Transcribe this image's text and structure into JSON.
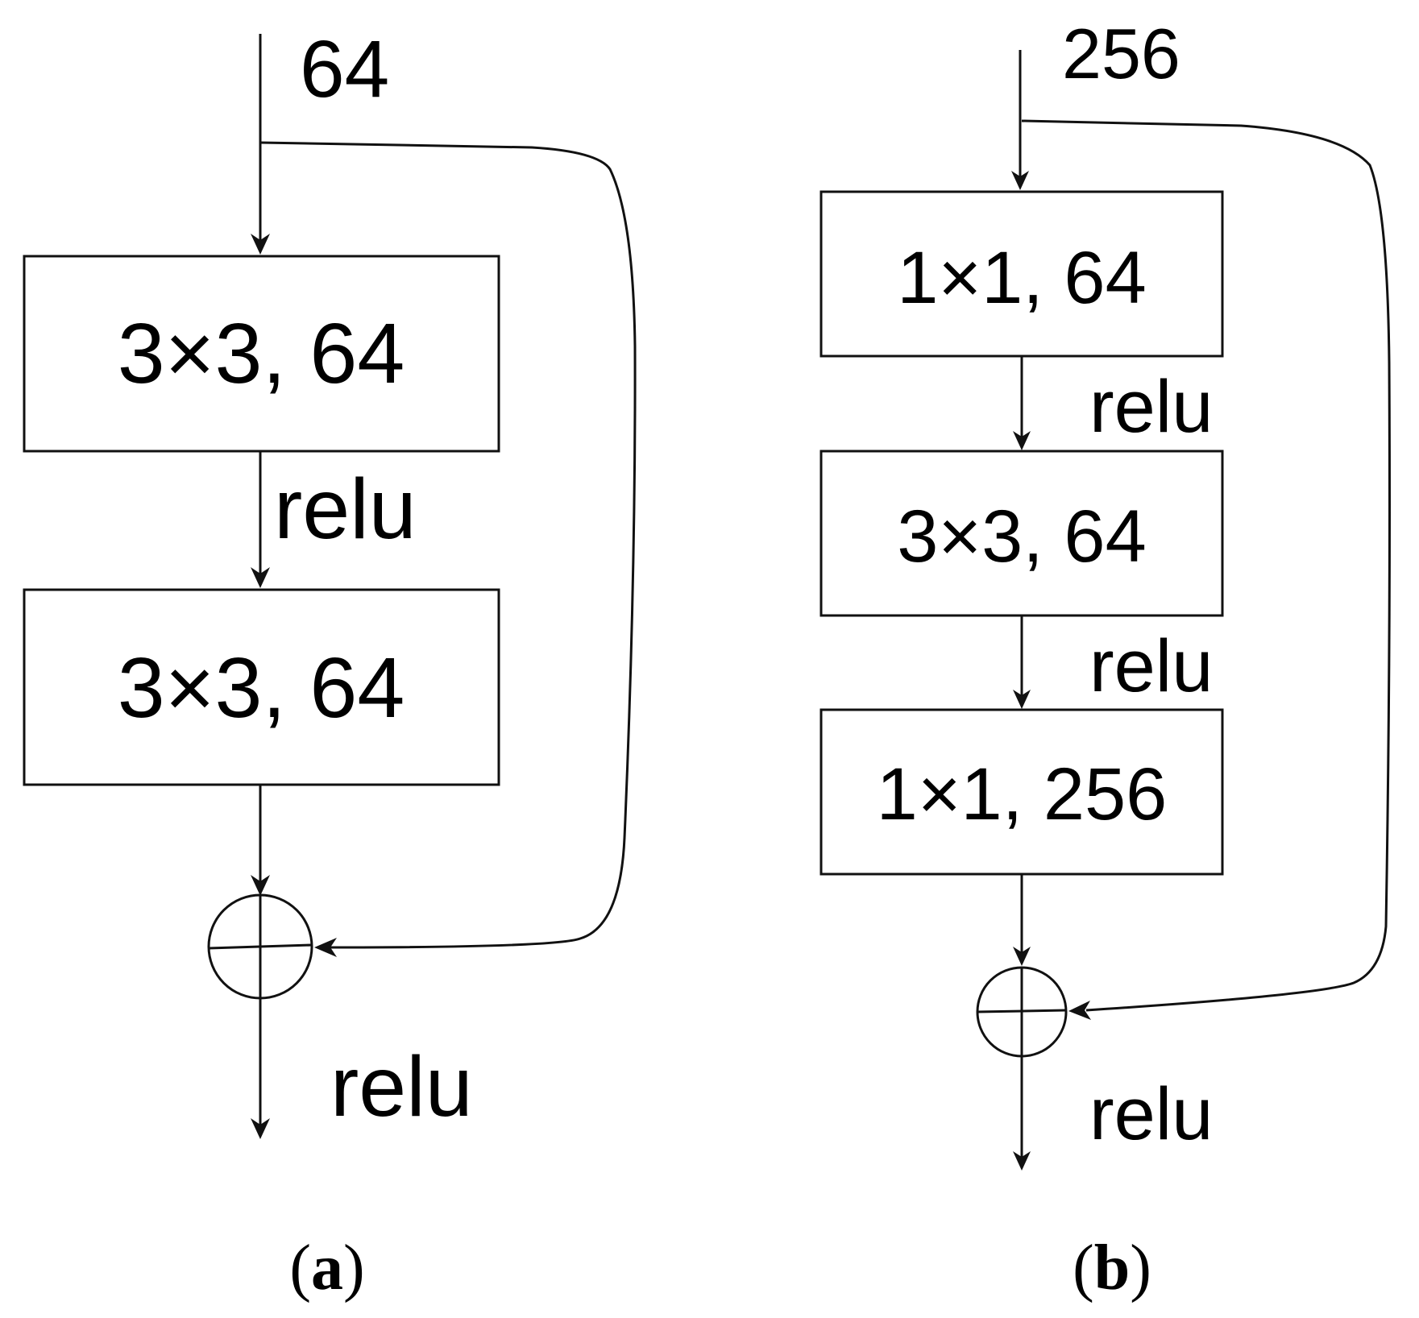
{
  "panel_a": {
    "input_label": "64",
    "blocks": [
      "3×3, 64",
      "3×3, 64"
    ],
    "relu_labels": [
      "relu"
    ],
    "output_relu": "relu",
    "caption_letter": "a"
  },
  "panel_b": {
    "input_label": "256",
    "blocks": [
      "1×1, 64",
      "3×3, 64",
      "1×1, 256"
    ],
    "relu_labels": [
      "relu",
      "relu"
    ],
    "output_relu": "relu",
    "caption_letter": "b"
  },
  "caption_parens": {
    "open": "(",
    "close": ")"
  }
}
